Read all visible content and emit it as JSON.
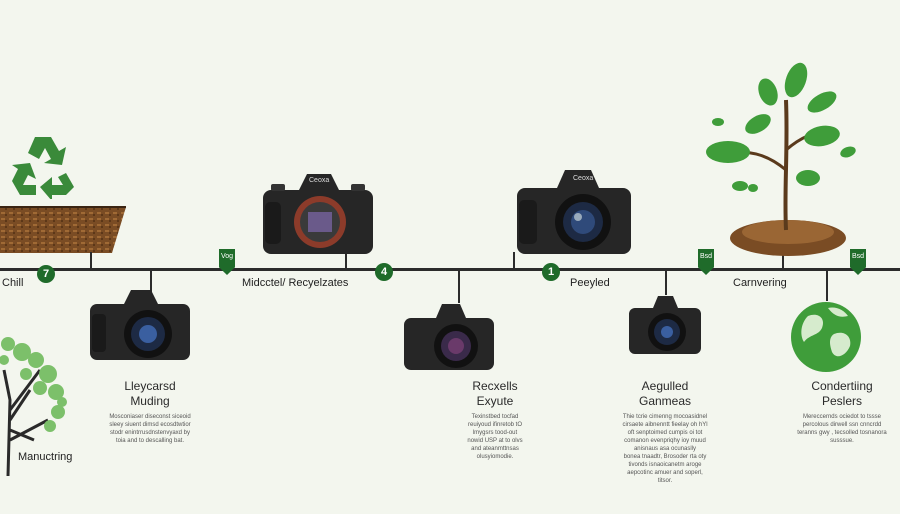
{
  "timeline_labels": {
    "chill": "Chill",
    "node_a": "7",
    "flag_a": "Vog",
    "microcell": "Midcctel/ Recyelzates",
    "node_b": "4",
    "node_c": "1",
    "peeryled": "Peeyled",
    "flag_b": "Bsd",
    "carnvering": "Carnvering",
    "flag_c": "Bsd"
  },
  "cards": [
    {
      "title": "Lleycarsd\nMuding",
      "desc": "Mosconiaser diseconst siceoid\nsleey siuent dimsd ecosdtwtior\nstodr enintrrusdnstenvyaxd by\ntoia and to descalling bat."
    },
    {
      "title": "Recxells\nExyute",
      "desc": "Texinstbed tocfad\nreuiyoud ifinretob tO\nlmygsrs tood-out\nnowid USP at to olvs\nand ateanmttnsas\nolusyiomodie."
    },
    {
      "title": "Aegulled\nGanmeas",
      "desc": "Thie tcrie cimenng mocoasidnel\ncirsaete aibnenntt fieelay oh hYl\noft senptoimed cumpis oi tot\ncomanon evenpriqhy ioy muud\nanisnaus asa ocunaslly\nbonea tnaadtr, Brosoder rta oty\ntivonds isnaoicanetm aroge\naepcotinc amuer and soperl,\ntitsor."
    },
    {
      "title": "Condertiing\nPeslers",
      "desc": "Mereccernds ociedot to tssse\npercolous dirwell ssn cnncrdd\nteranns gwy ,  tecsolled tosnanora\nsusssue."
    }
  ],
  "manufacturing": "Manuctring",
  "camera_brand": "Ceoxa",
  "colors": {
    "accent": "#1f6b2a",
    "background": "#f3f6ee",
    "leaf": "#3f9d3a"
  }
}
